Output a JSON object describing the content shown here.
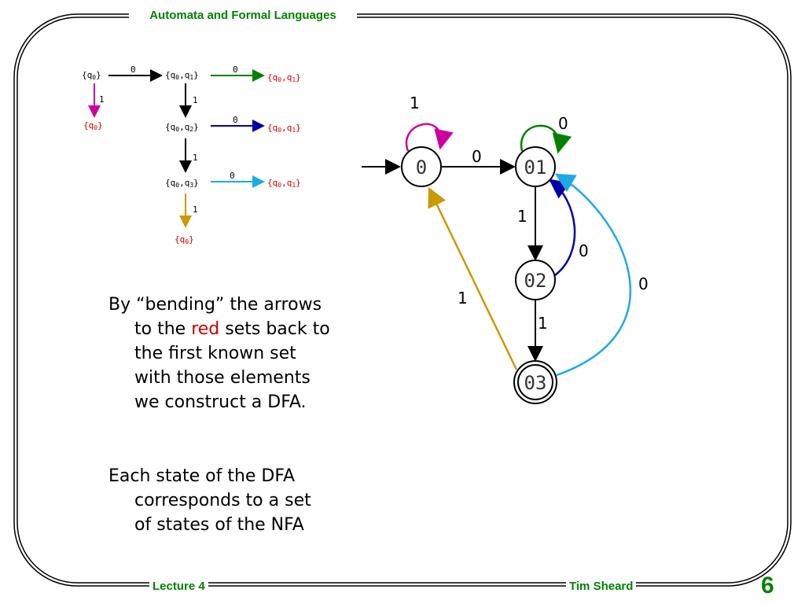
{
  "header": {
    "title": "Automata and Formal Languages"
  },
  "footer": {
    "left": "Lecture 4",
    "right": "Tim Sheard",
    "page": "6"
  },
  "colors": {
    "frame": "#000000",
    "header_text": "#008000",
    "magenta": "#cc00a0",
    "green": "#008000",
    "blue": "#0000aa",
    "cyan": "#1eaae6",
    "gold": "#cc9900",
    "red_set": "#cc0000"
  },
  "subset_construction": {
    "rows": [
      {
        "set": "{q0}",
        "edge0": "0",
        "edge1": "1",
        "result1": "{q0}"
      },
      {
        "set": "{q0,q1}",
        "edge0": "0",
        "result0": "{q0,q1}",
        "edge1": "1"
      },
      {
        "set": "{q0,q2}",
        "edge0": "0",
        "result0": "{q0,q1}",
        "edge1": "1"
      },
      {
        "set": "{q0,q3}",
        "edge0": "0",
        "result0": "{q0,q1}",
        "edge1": "1",
        "result1": "{q0}"
      }
    ]
  },
  "dfa": {
    "states": [
      {
        "id": "0",
        "start": true,
        "accepting": false
      },
      {
        "id": "01",
        "start": false,
        "accepting": false
      },
      {
        "id": "02",
        "start": false,
        "accepting": false
      },
      {
        "id": "03",
        "start": false,
        "accepting": true
      }
    ],
    "edges": [
      {
        "from": "0",
        "to": "0",
        "label": "1",
        "color": "magenta"
      },
      {
        "from": "0",
        "to": "01",
        "label": "0",
        "color": "black"
      },
      {
        "from": "01",
        "to": "01",
        "label": "0",
        "color": "green"
      },
      {
        "from": "01",
        "to": "02",
        "label": "1",
        "color": "black"
      },
      {
        "from": "02",
        "to": "01",
        "label": "0",
        "color": "blue"
      },
      {
        "from": "02",
        "to": "03",
        "label": "1",
        "color": "black"
      },
      {
        "from": "03",
        "to": "01",
        "label": "0",
        "color": "cyan"
      },
      {
        "from": "03",
        "to": "0",
        "label": "1",
        "color": "gold"
      }
    ]
  },
  "text": {
    "para1": {
      "line1": "By “bending” the arrows",
      "line2_pre": "to the ",
      "line2_red": "red",
      "line2_post": " sets back to",
      "line3": "the first known set",
      "line4": "with those elements",
      "line5": "we construct a DFA."
    },
    "para2": {
      "line1": "Each state of the DFA",
      "line2": "corresponds to a set",
      "line3": "of states of the NFA"
    }
  }
}
